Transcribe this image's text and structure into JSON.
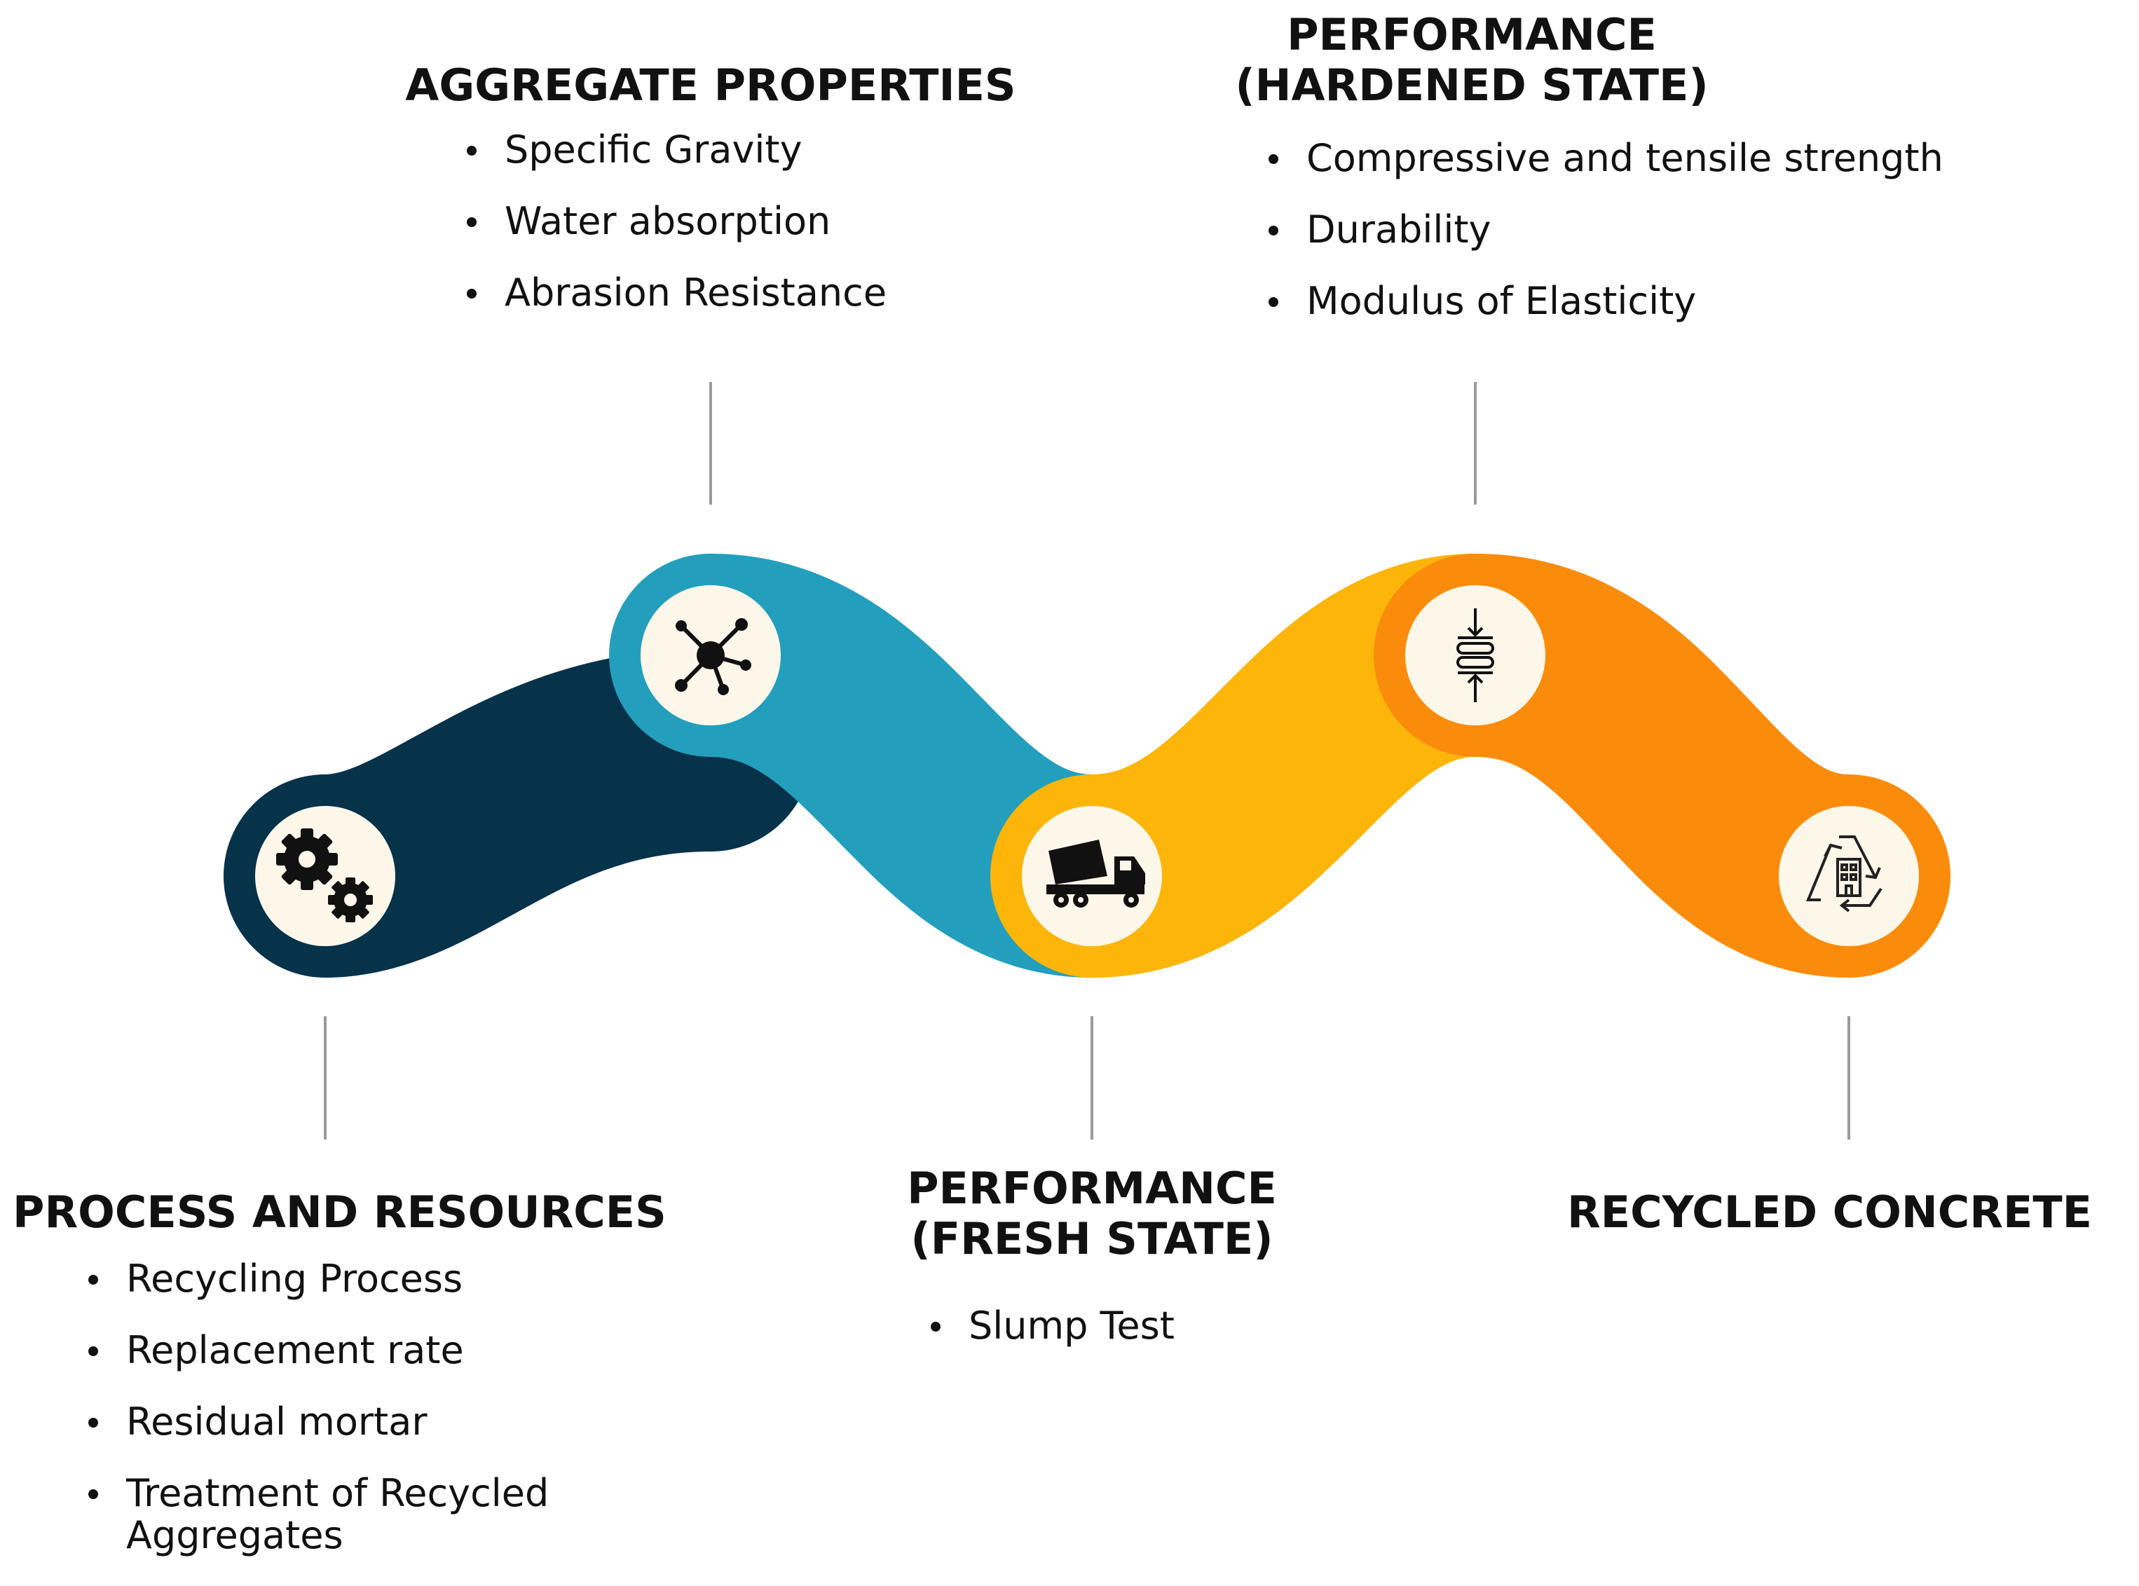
{
  "stages": [
    {
      "title_lines": [
        "PROCESS AND RESOURCES"
      ],
      "items": [
        "Recycling Process",
        "Replacement rate",
        "Residual mortar",
        "Treatment  of  Recycled Aggregates"
      ],
      "color": "#06324a",
      "icon": "gears-icon"
    },
    {
      "title_lines": [
        "AGGREGATE PROPERTIES"
      ],
      "items": [
        "Specific Gravity",
        "Water absorption",
        "Abrasion Resistance"
      ],
      "color": "#239fbd",
      "icon": "molecule-network-icon"
    },
    {
      "title_lines": [
        "PERFORMANCE",
        "(FRESH STATE)"
      ],
      "items": [
        "Slump Test"
      ],
      "color": "#fdb50a",
      "icon": "concrete-mixer-truck-icon"
    },
    {
      "title_lines": [
        "PERFORMANCE",
        "(HARDENED STATE)"
      ],
      "items": [
        "Compressive and tensile strength",
        "Durability",
        "Modulus of Elasticity"
      ],
      "color": "#fb8c0b",
      "icon": "compression-test-icon"
    },
    {
      "title_lines": [
        "RECYCLED CONCRETE"
      ],
      "items": [],
      "color": "#fb8c0b",
      "icon": "recycled-building-icon"
    }
  ],
  "icon_background": "#fdf7ea",
  "connector_color": "#9a9a9a"
}
